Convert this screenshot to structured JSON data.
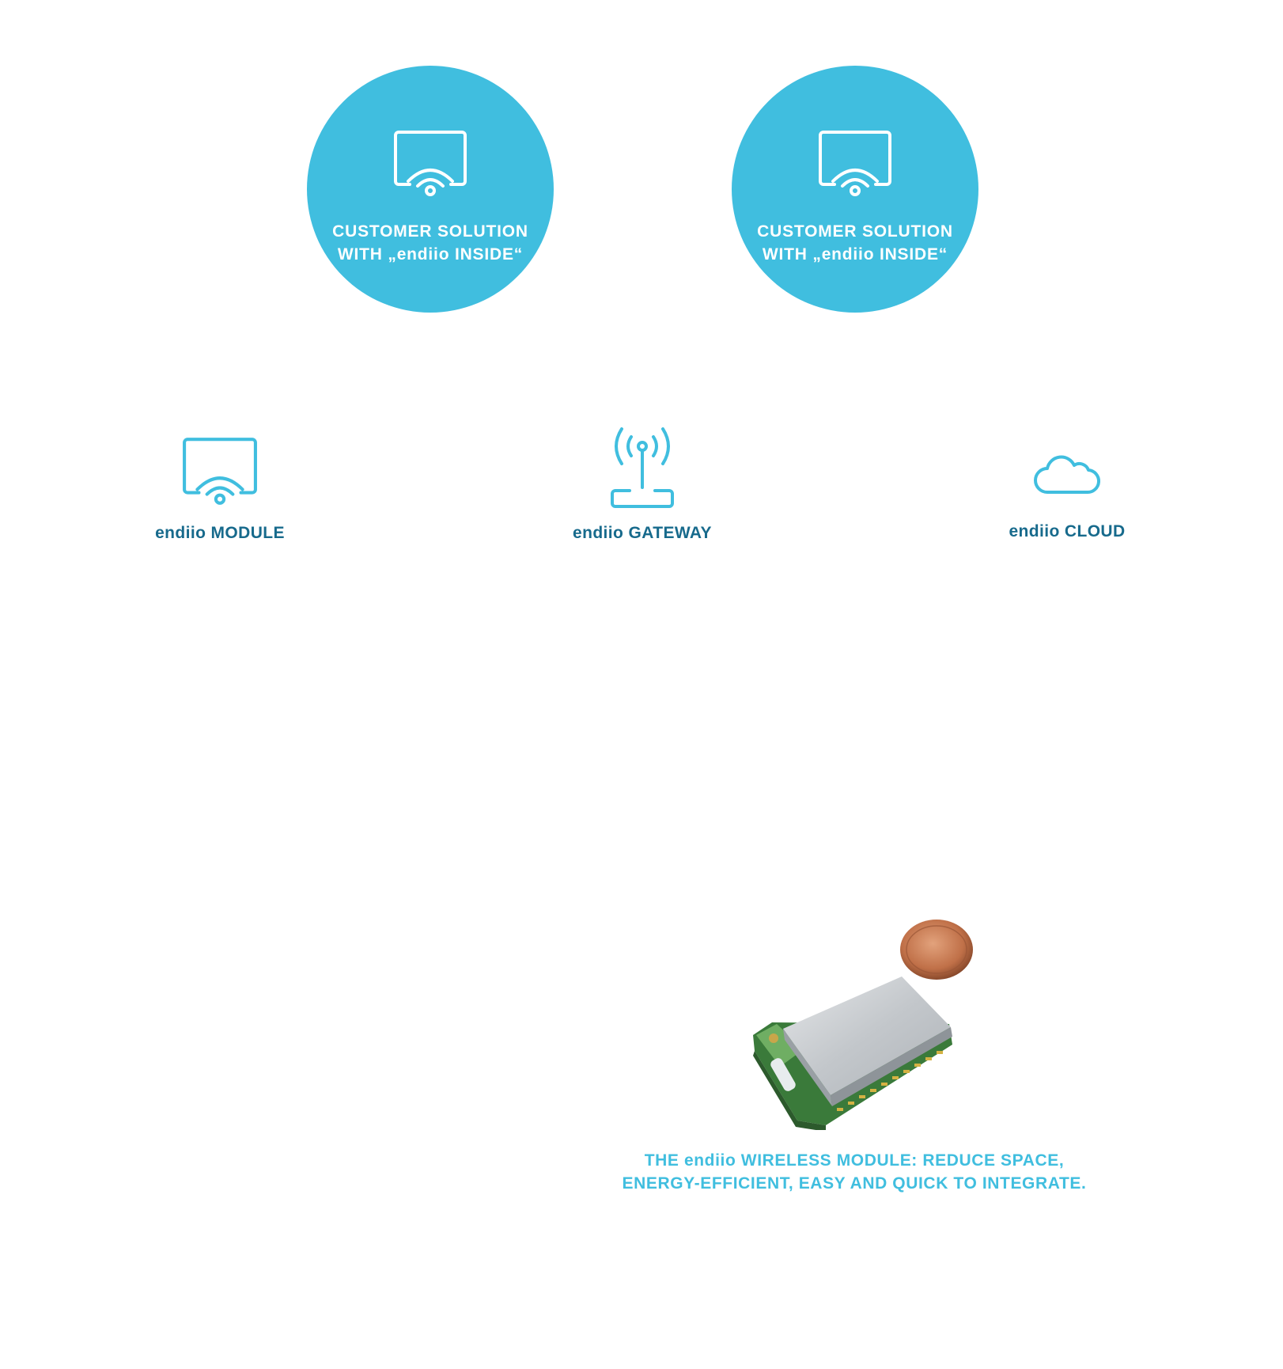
{
  "colors": {
    "accent": "#40bedf",
    "dark_label": "#176a8c",
    "background": "#ffffff"
  },
  "solutions": [
    {
      "icon": "wifi-device-icon",
      "line1": "CUSTOMER SOLUTION",
      "line2": "WITH „endiio INSIDE“"
    },
    {
      "icon": "wifi-device-icon",
      "line1": "CUSTOMER SOLUTION",
      "line2": "WITH „endiio INSIDE“"
    }
  ],
  "features": [
    {
      "icon": "wifi-device-icon",
      "label": "endiio MODULE"
    },
    {
      "icon": "antenna-icon",
      "label": "endiio GATEWAY"
    },
    {
      "icon": "cloud-icon",
      "label": "endiio CLOUD"
    }
  ],
  "product": {
    "image": "wireless-module-with-coin",
    "caption_line1": "THE endiio WIRELESS MODULE: REDUCE SPACE,",
    "caption_line2": "ENERGY-EFFICIENT, EASY AND QUICK TO INTEGRATE."
  }
}
